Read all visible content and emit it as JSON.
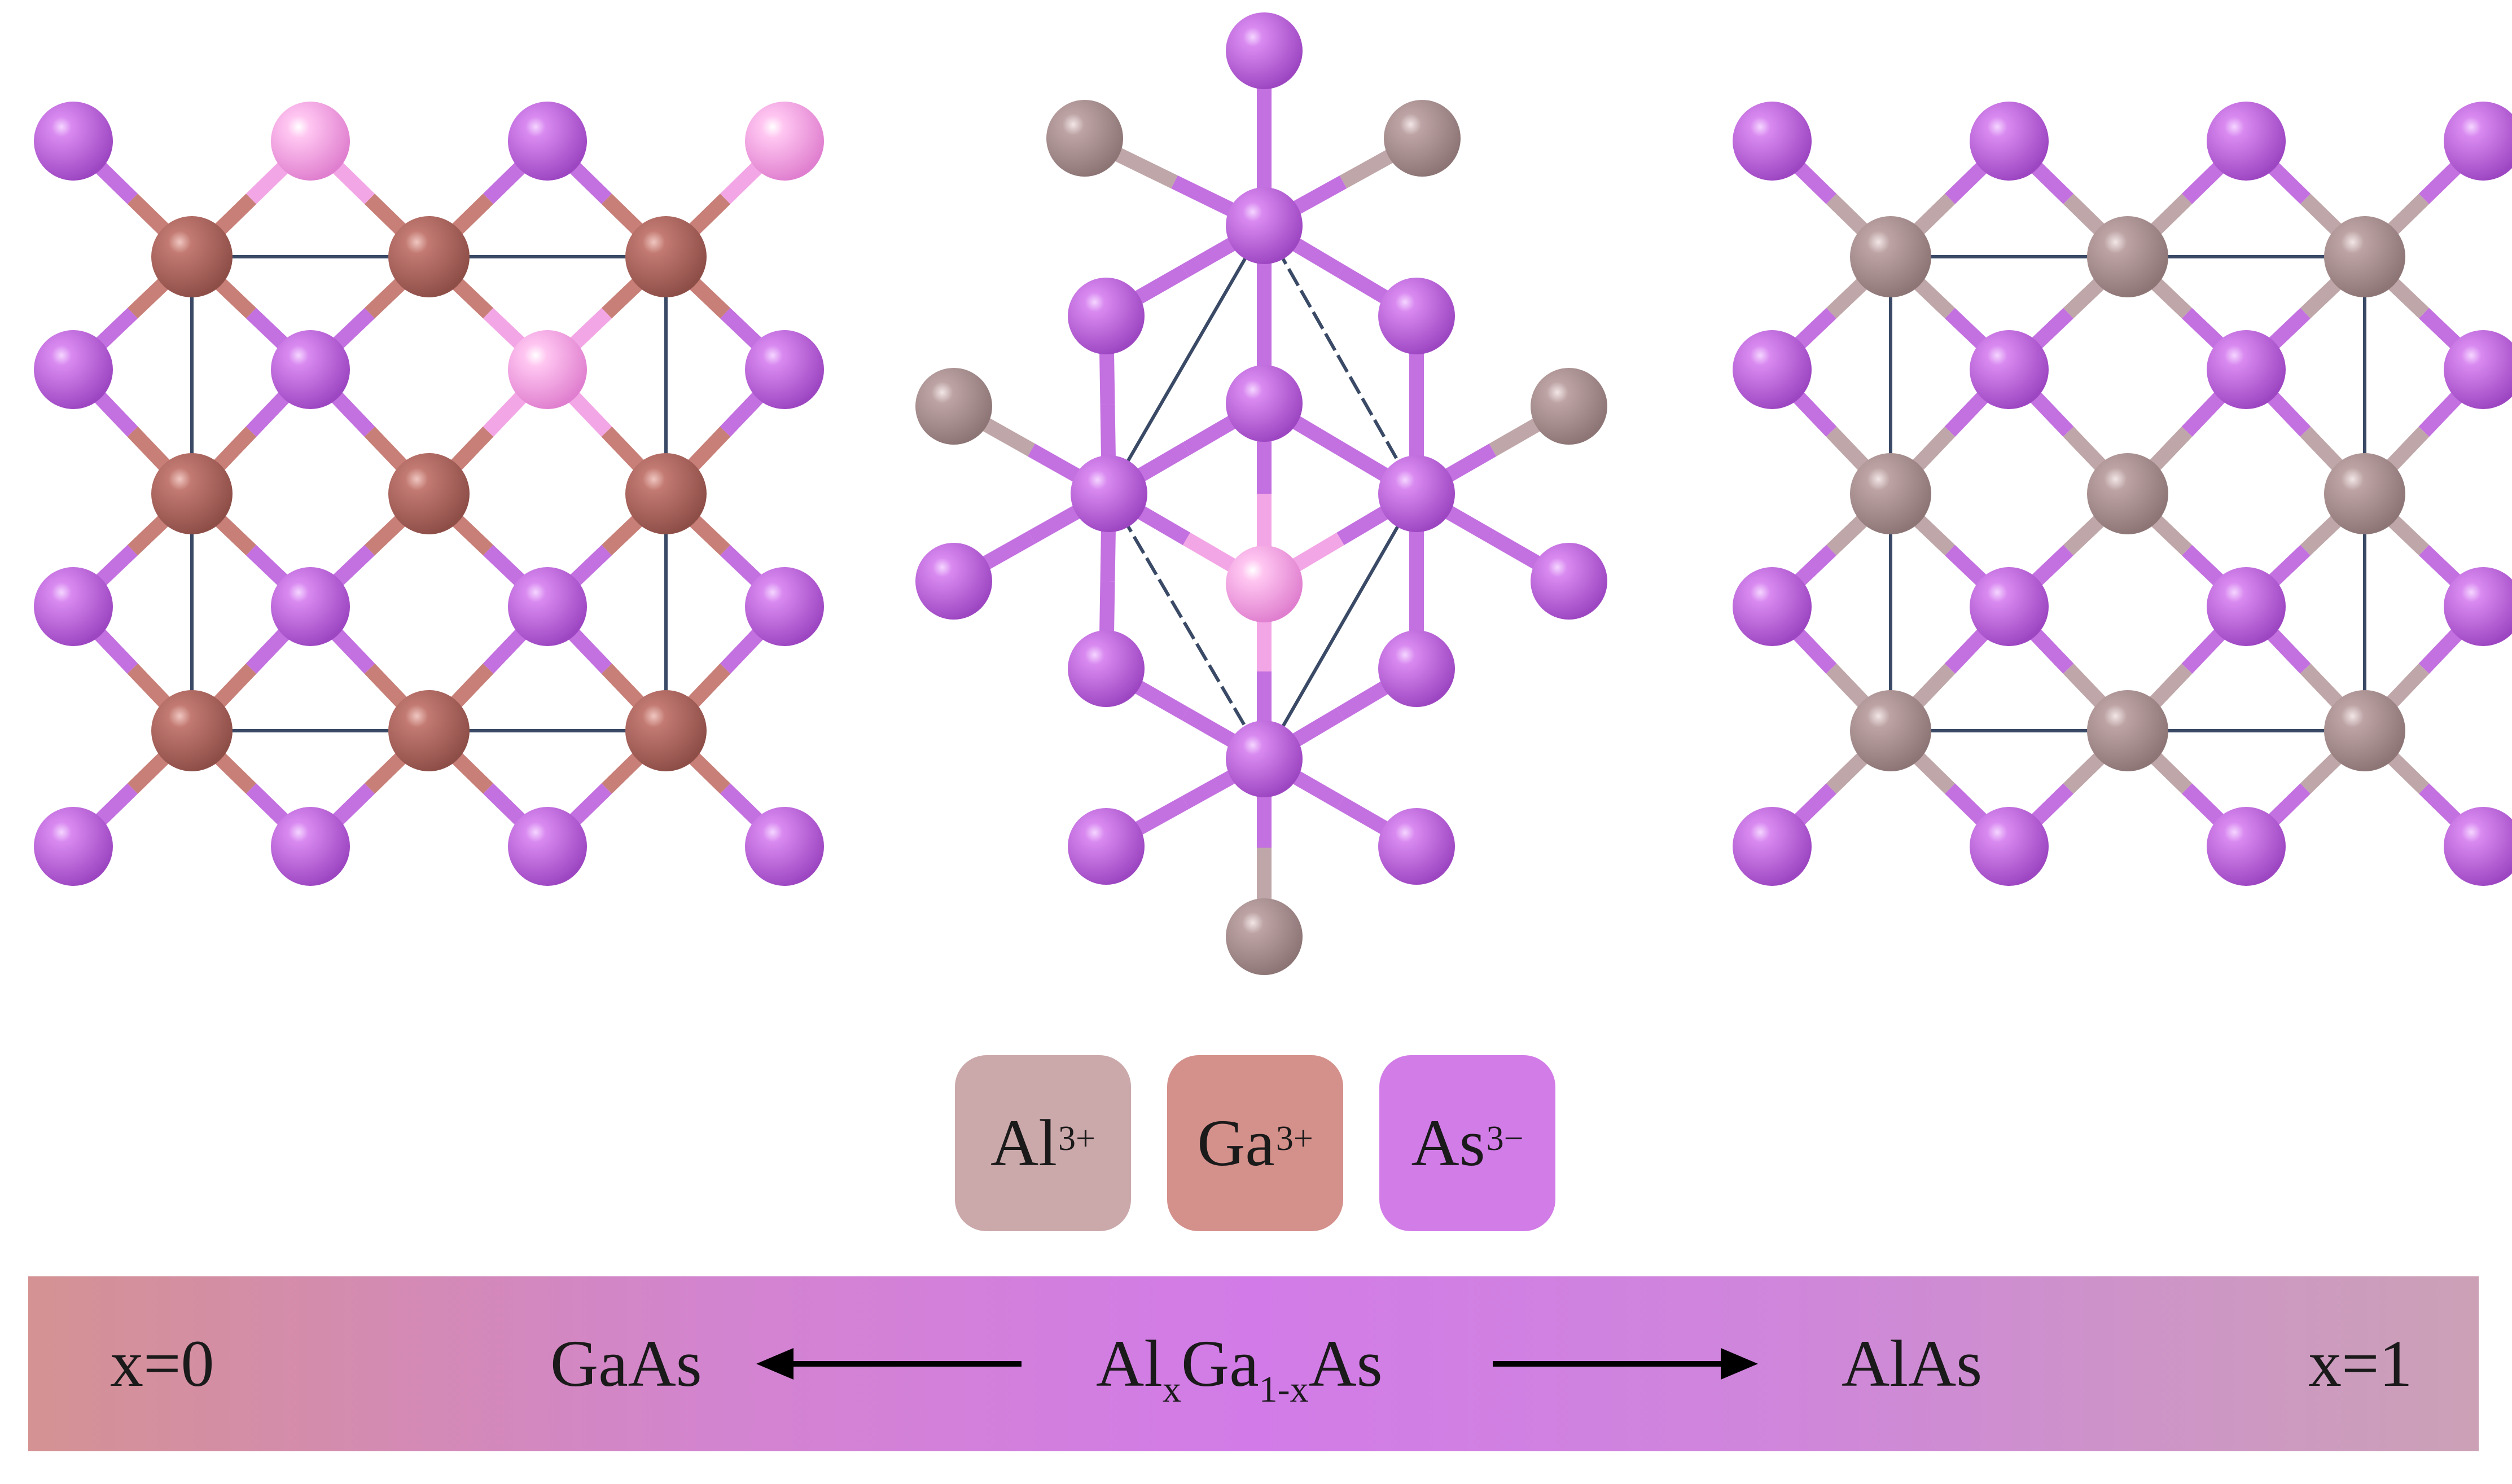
{
  "colors": {
    "Al": "#bfa6a8",
    "Ga": "#c87f78",
    "As": "#c370e0",
    "As_highlight": "#f3a6e6",
    "cell_line": "#3a4a66",
    "tile_Al": "#cba8aa",
    "tile_Ga": "#d4908b",
    "tile_As": "#d27ce8"
  },
  "legend": [
    {
      "symbol": "Al",
      "charge": "3+",
      "color": "#cba8aa"
    },
    {
      "symbol": "Ga",
      "charge": "3+",
      "color": "#d4908b"
    },
    {
      "symbol": "As",
      "charge": "3−",
      "color": "#d27ce8"
    }
  ],
  "composition_bar": {
    "left_value": "x=0",
    "left_compound": "GaAs",
    "center_formula": {
      "p1": "Al",
      "s1": "x",
      "p2": "Ga",
      "s2": "1-x",
      "p3": "As"
    },
    "right_compound": "AlAs",
    "right_value": "x=1"
  },
  "structures": [
    {
      "name": "gaas-lattice",
      "cation": "Ga"
    },
    {
      "name": "alxga1-xas-lattice",
      "cation": "mixed"
    },
    {
      "name": "alas-lattice",
      "cation": "Al"
    }
  ]
}
